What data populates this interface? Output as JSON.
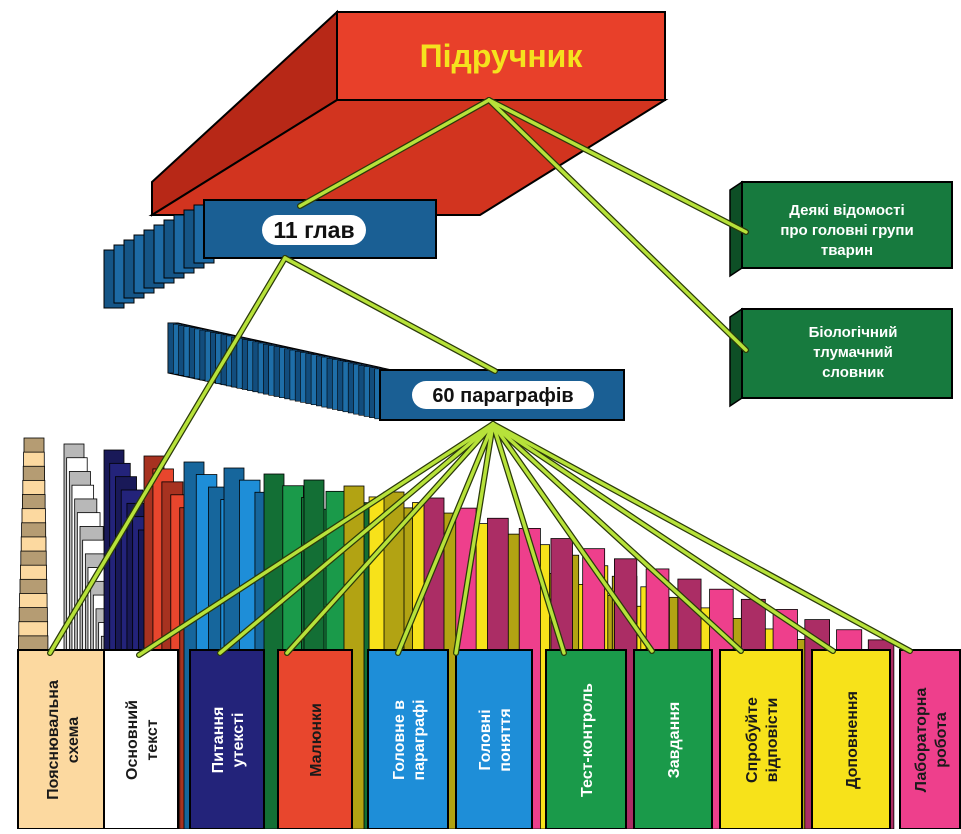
{
  "title": "Підручник",
  "chapters": "11 глав",
  "paragraphs": "60 параграфів",
  "appendices": [
    {
      "lines": [
        "Деякі відомості",
        "про головні групи",
        "тварин"
      ]
    },
    {
      "lines": [
        "Біологічний",
        "тлумачний",
        "словник"
      ]
    }
  ],
  "components": [
    {
      "lines": [
        "Пояснювальна",
        "схема"
      ],
      "color": "#fcd9a0",
      "text_color": "#1a1a1a"
    },
    {
      "lines": [
        "Основний",
        "текст"
      ],
      "color": "#ffffff",
      "text_color": "#1a1a1a"
    },
    {
      "lines": [
        "Питання",
        "утексті"
      ],
      "color": "#23237a",
      "text_color": "#ffffff"
    },
    {
      "lines": [
        "Малюнки"
      ],
      "color": "#e8462d",
      "text_color": "#1a1a1a"
    },
    {
      "lines": [
        "Головне в",
        "параграфі"
      ],
      "color": "#1e8ed8",
      "text_color": "#ffffff"
    },
    {
      "lines": [
        "Головні",
        "поняття"
      ],
      "color": "#1e8ed8",
      "text_color": "#ffffff"
    },
    {
      "lines": [
        "Тест-контроль"
      ],
      "color": "#1a9a4a",
      "text_color": "#ffffff"
    },
    {
      "lines": [
        "Завдання"
      ],
      "color": "#1a9a4a",
      "text_color": "#ffffff"
    },
    {
      "lines": [
        "Спробуйте",
        "відповісти"
      ],
      "color": "#f7e21a",
      "text_color": "#1a1a1a"
    },
    {
      "lines": [
        "Доповнення"
      ],
      "color": "#f7e21a",
      "text_color": "#1a1a1a"
    },
    {
      "lines": [
        "Лабораторна",
        "робота"
      ],
      "color": "#ee3f8c",
      "text_color": "#1a1a1a"
    }
  ],
  "colors": {
    "textbook": "#e8402a",
    "textbook_title": "#f5e21e",
    "chapters": "#1a5f94",
    "appendix": "#177a3e",
    "connector": "#b7e23a"
  }
}
